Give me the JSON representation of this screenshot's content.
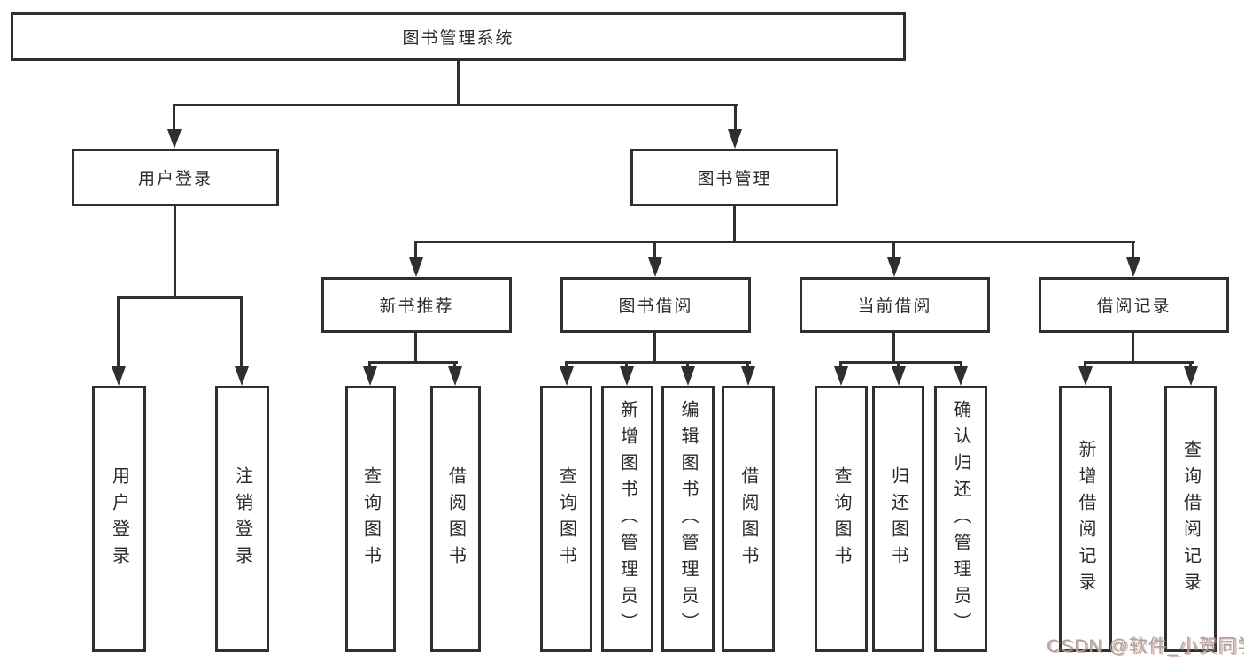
{
  "nodes": {
    "root": "图书管理系统",
    "user_login": "用户登录",
    "book_mgmt": "图书管理",
    "new_books": "新书推荐",
    "book_borrow": "图书借阅",
    "current_borrow": "当前借阅",
    "borrow_records": "借阅记录",
    "leaf_user_login": "用户登录",
    "leaf_logout": "注销登录",
    "leaf_nb_query": "查询图书",
    "leaf_nb_borrow": "借阅图书",
    "leaf_bb_query": "查询图书",
    "leaf_bb_add": "新增图书（管理员）",
    "leaf_bb_edit": "编辑图书（管理员）",
    "leaf_bb_borrow": "借阅图书",
    "leaf_cb_query": "查询图书",
    "leaf_cb_return": "归还图书",
    "leaf_cb_confirm": "确认归还（管理员）",
    "leaf_br_add": "新增借阅记录",
    "leaf_br_query": "查询借阅记录"
  },
  "watermark": "CSDN @软件_小贺同学",
  "colors": {
    "line": "#2f2f2f",
    "text": "#2b2b2b",
    "watermark": "#a6a6a6",
    "watermark_shadow": "#cf6a5a"
  }
}
